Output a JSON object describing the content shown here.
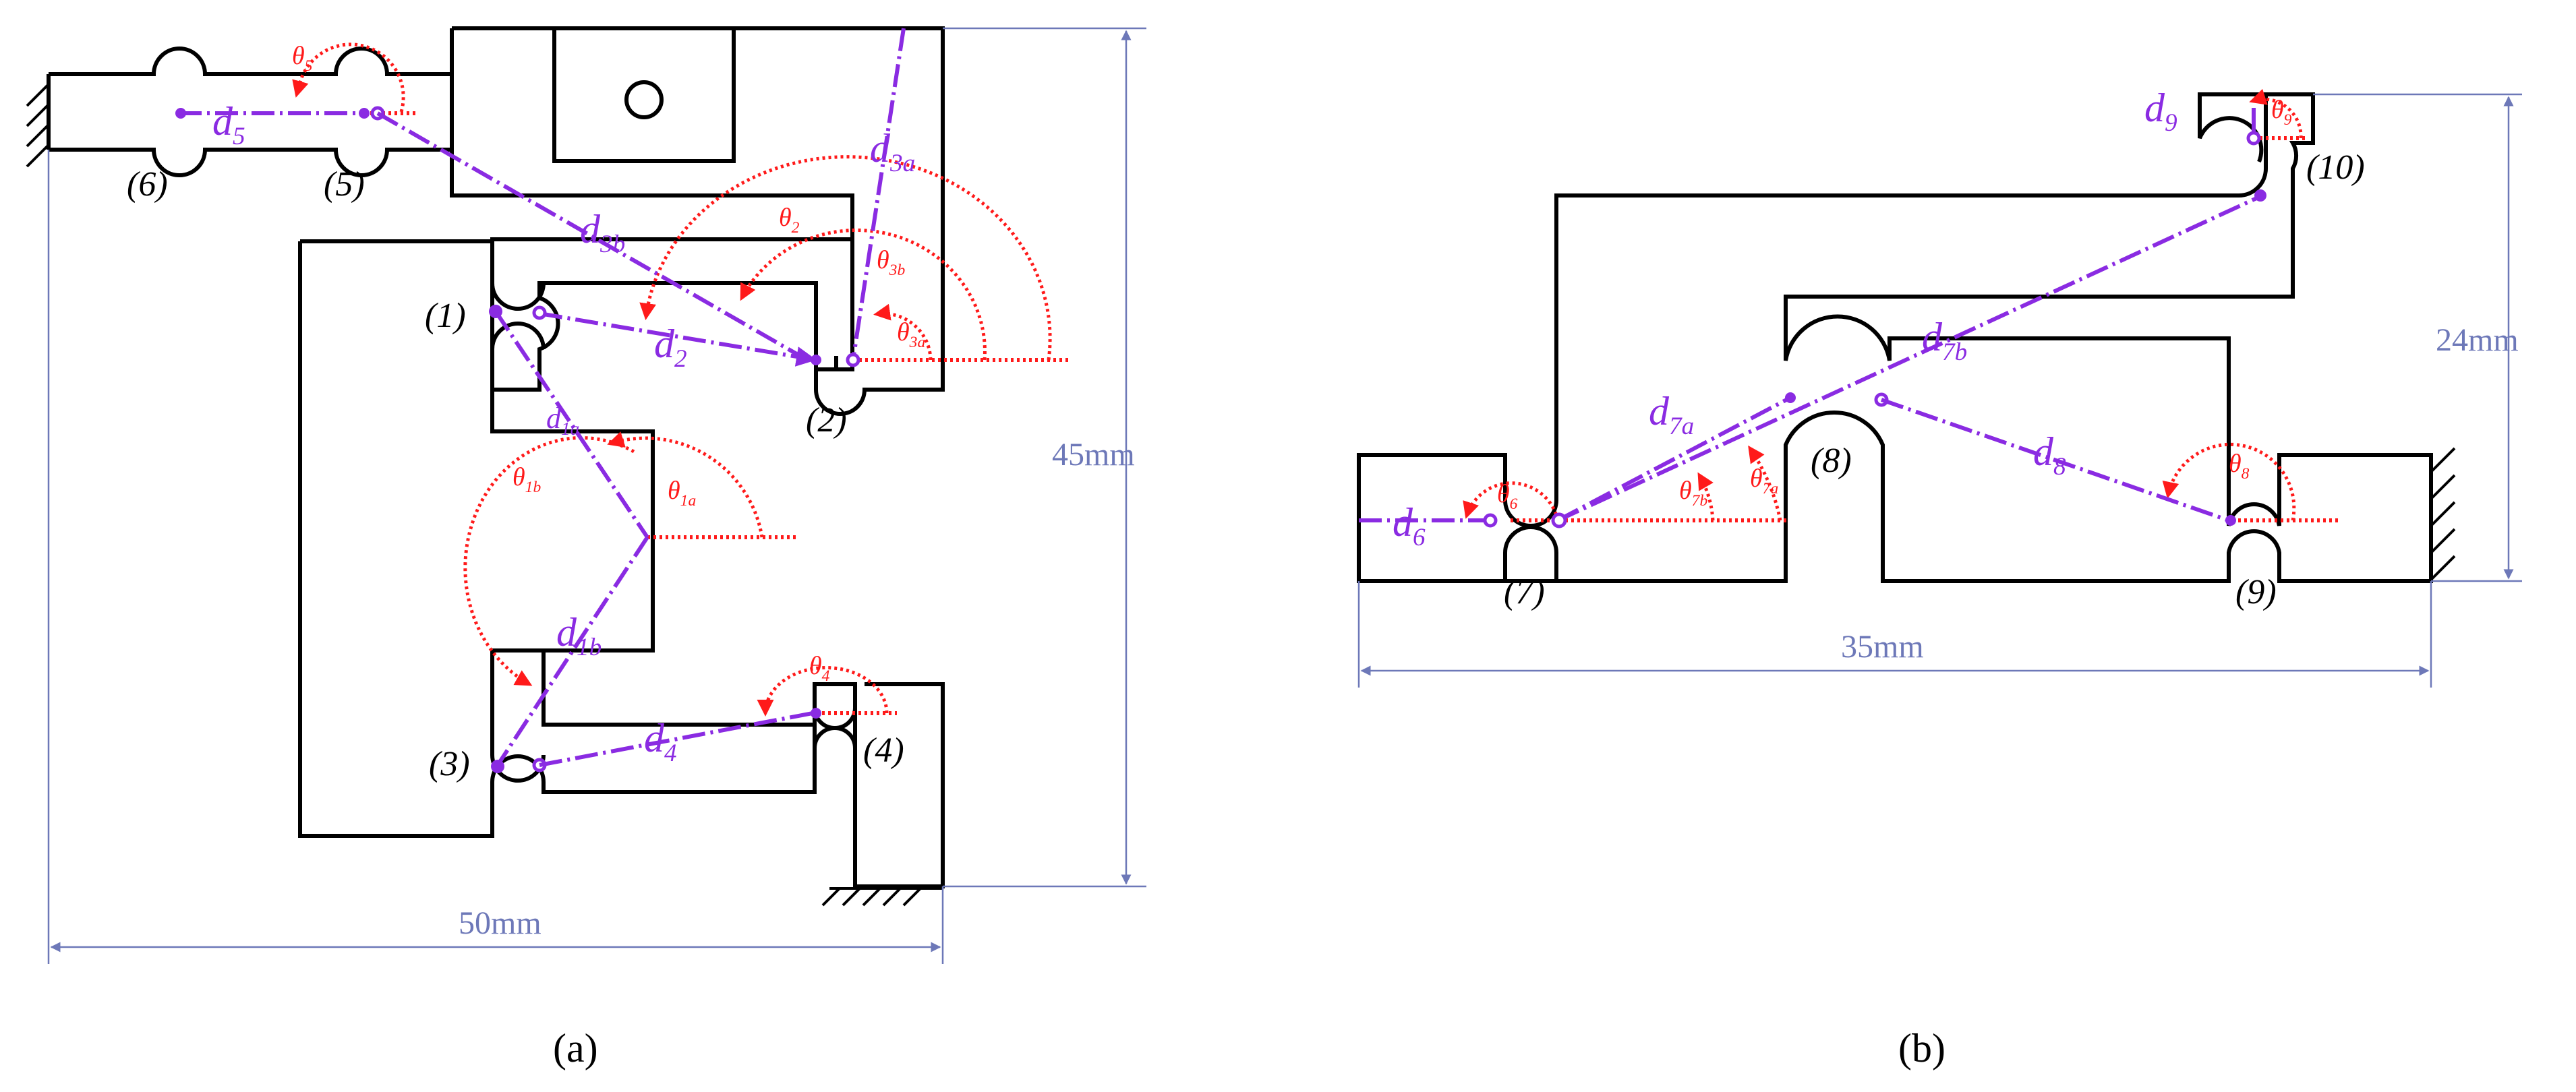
{
  "figure": {
    "panel_a": {
      "caption": "(a)",
      "joints": [
        "(1)",
        "(2)",
        "(3)",
        "(4)",
        "(5)",
        "(6)"
      ],
      "links": {
        "d1a": {
          "base": "d",
          "sub": "1a"
        },
        "d1b": {
          "base": "d",
          "sub": "1b"
        },
        "d2": {
          "base": "d",
          "sub": "2"
        },
        "d3a": {
          "base": "d",
          "sub": "3a"
        },
        "d3b": {
          "base": "d",
          "sub": "3b"
        },
        "d4": {
          "base": "d",
          "sub": "4"
        },
        "d5": {
          "base": "d",
          "sub": "5"
        }
      },
      "angles": {
        "t1a": {
          "base": "θ",
          "sub": "1a"
        },
        "t1b": {
          "base": "θ",
          "sub": "1b"
        },
        "t2": {
          "base": "θ",
          "sub": "2"
        },
        "t3a": {
          "base": "θ",
          "sub": "3a"
        },
        "t3b": {
          "base": "θ",
          "sub": "3b"
        },
        "t4": {
          "base": "θ",
          "sub": "4"
        },
        "t5": {
          "base": "θ",
          "sub": "5"
        }
      },
      "width_dimension": "50mm",
      "height_dimension": "45mm"
    },
    "panel_b": {
      "caption": "(b)",
      "joints": [
        "(7)",
        "(8)",
        "(9)",
        "(10)"
      ],
      "links": {
        "d6": {
          "base": "d",
          "sub": "6"
        },
        "d7a": {
          "base": "d",
          "sub": "7a"
        },
        "d7b": {
          "base": "d",
          "sub": "7b"
        },
        "d8": {
          "base": "d",
          "sub": "8"
        },
        "d9": {
          "base": "d",
          "sub": "9"
        }
      },
      "angles": {
        "t6": {
          "base": "θ",
          "sub": "6"
        },
        "t7a": {
          "base": "θ",
          "sub": "7a"
        },
        "t7b": {
          "base": "θ",
          "sub": "7b"
        },
        "t8": {
          "base": "θ",
          "sub": "8"
        },
        "t9": {
          "base": "θ",
          "sub": "9"
        }
      },
      "width_dimension": "35mm",
      "height_dimension": "24mm"
    },
    "colors": {
      "structure": "#000000",
      "link": "#8a2be2",
      "angle": "#ff1a1a",
      "dimension": "#6d78b8"
    }
  }
}
